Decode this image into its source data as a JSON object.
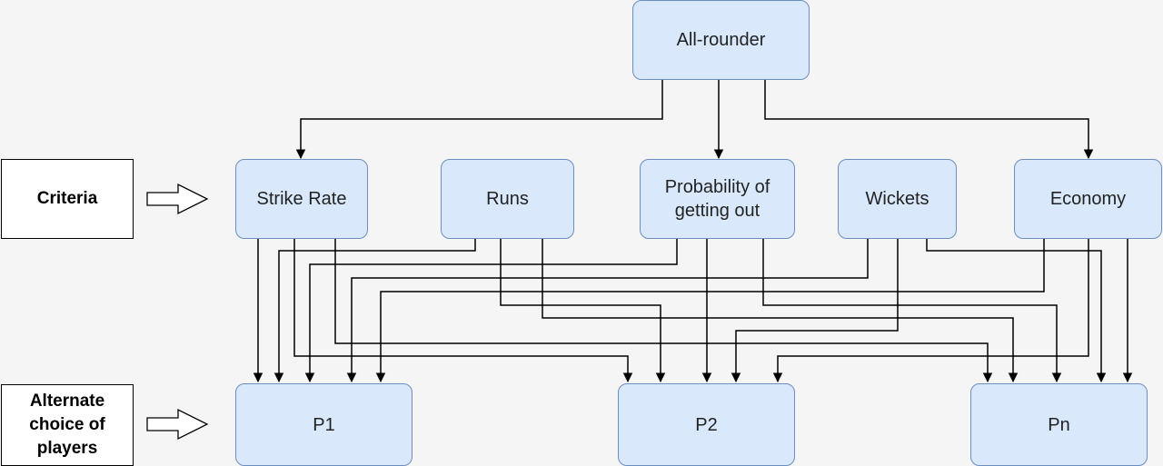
{
  "root": {
    "label": "All-rounder"
  },
  "criteria": [
    {
      "id": "strike-rate",
      "label": "Strike Rate"
    },
    {
      "id": "runs",
      "label": "Runs"
    },
    {
      "id": "probability-of-getting-out",
      "label": "Probability of getting out"
    },
    {
      "id": "wickets",
      "label": "Wickets"
    },
    {
      "id": "economy",
      "label": "Economy"
    }
  ],
  "players": [
    {
      "id": "p1",
      "label": "P1"
    },
    {
      "id": "p2",
      "label": "P2"
    },
    {
      "id": "pn",
      "label": "Pn"
    }
  ],
  "side_labels": {
    "criteria": "Criteria",
    "alternatives": "Alternate choice of players"
  },
  "colors": {
    "node_fill": "#dae8fc",
    "node_border": "#6c8ebf",
    "edge": "#000000",
    "background": "#f5f5f5"
  }
}
